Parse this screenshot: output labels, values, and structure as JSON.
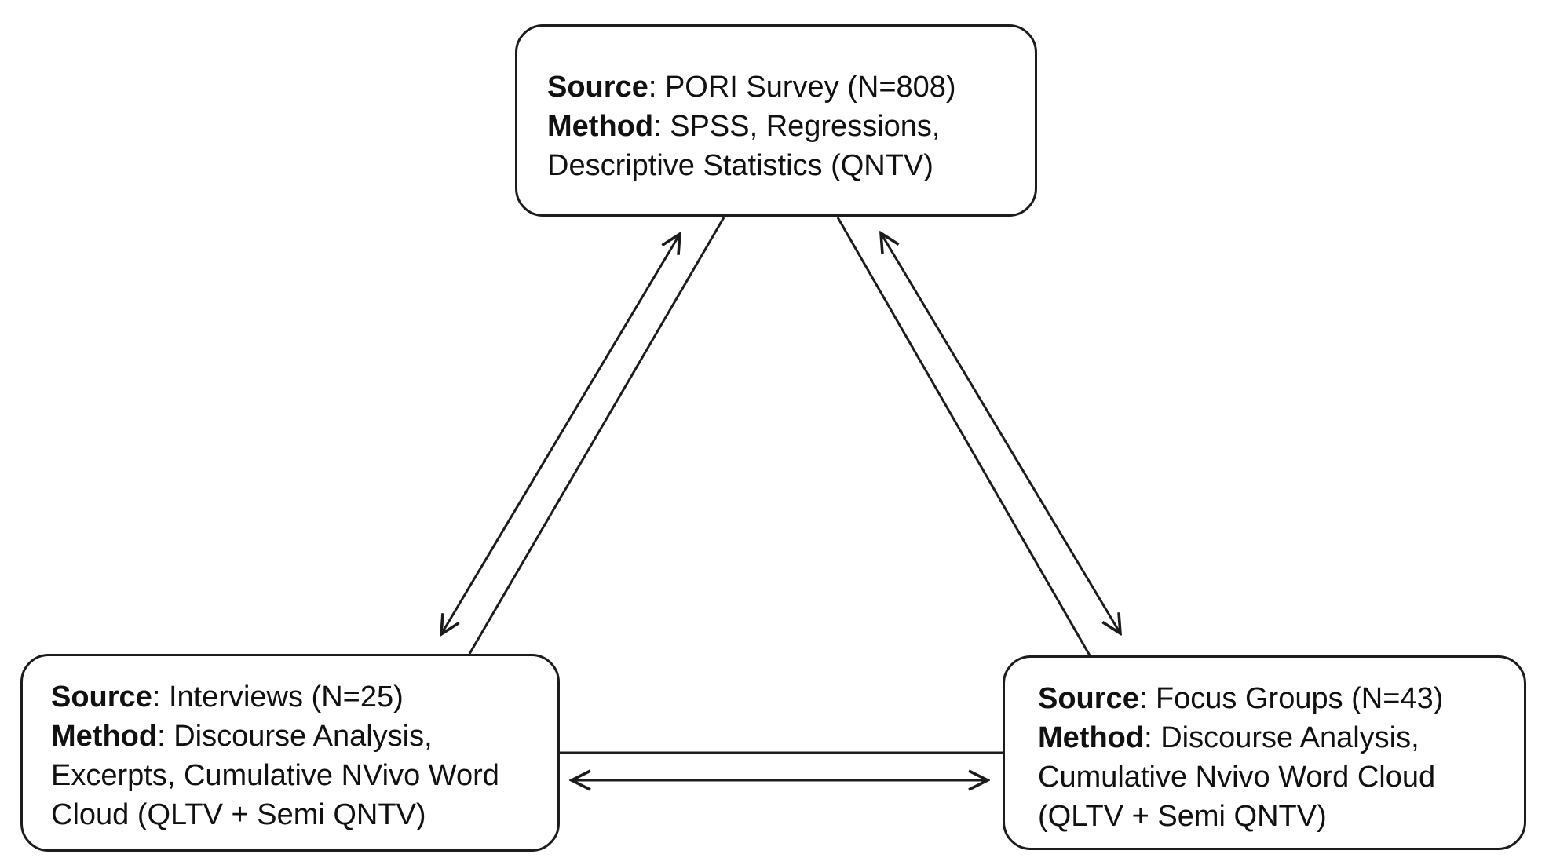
{
  "page": {
    "background_color": "#ffffff",
    "stroke_color": "#1c1c1c",
    "text_color": "#111111"
  },
  "diagram": {
    "type": "triangulation-diagram",
    "nodes": [
      {
        "id": "pori-survey",
        "lines": [
          {
            "label": "Source",
            "text": ": PORI Survey (N=808)"
          },
          {
            "label": "Method",
            "text": ": SPSS, Regressions,"
          },
          {
            "label": "",
            "text": "Descriptive Statistics (QNTV)"
          }
        ]
      },
      {
        "id": "interviews",
        "lines": [
          {
            "label": "Source",
            "text": ": Interviews (N=25)"
          },
          {
            "label": "Method",
            "text": ": Discourse Analysis,"
          },
          {
            "label": "",
            "text": "Excerpts, Cumulative NVivo Word"
          },
          {
            "label": "",
            "text": "Cloud (QLTV + Semi QNTV)"
          }
        ]
      },
      {
        "id": "focus-groups",
        "lines": [
          {
            "label": "Source",
            "text": ": Focus Groups (N=43)"
          },
          {
            "label": "Method",
            "text": ": Discourse Analysis,"
          },
          {
            "label": "",
            "text": "Cumulative Nvivo Word Cloud"
          },
          {
            "label": "",
            "text": "(QLTV + Semi QNTV)"
          }
        ]
      }
    ],
    "connectors": [
      {
        "between": [
          "pori-survey",
          "interviews"
        ],
        "arrows": "two-way",
        "style": "plain edge line plus parallel open-headed double arrow"
      },
      {
        "between": [
          "pori-survey",
          "focus-groups"
        ],
        "arrows": "two-way",
        "style": "plain edge line plus parallel open-headed double arrow"
      },
      {
        "between": [
          "interviews",
          "focus-groups"
        ],
        "arrows": "two-way",
        "style": "plain edge line plus parallel open-headed double arrow"
      }
    ]
  }
}
